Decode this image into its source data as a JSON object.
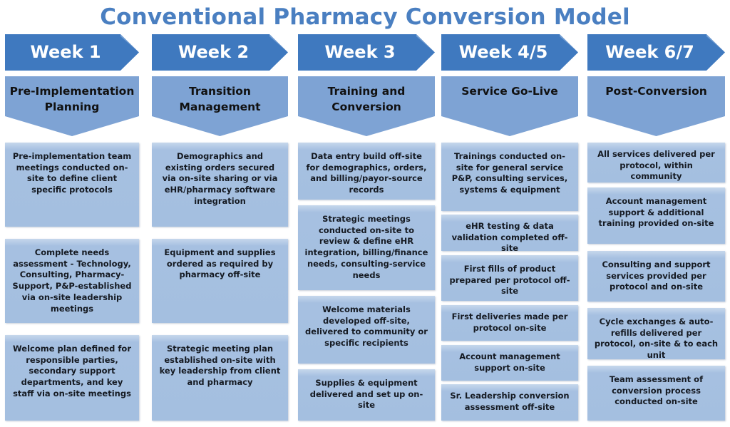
{
  "title": "Conventional Pharmacy Conversion Model",
  "colors": {
    "title": "#4a7fc1",
    "week_arrow": "#3f79bf",
    "phase_chevron": "#7ea3d4",
    "task_box": "#a4bfe0"
  },
  "columns": [
    {
      "week": "Week 1",
      "phase": "Pre-Implementation Planning",
      "tasks": [
        "Pre-implementation team meetings conducted on-site to define client specific protocols",
        "Complete needs assessment - Technology, Consulting, Pharmacy-Support, P&P-established via on-site leadership meetings",
        "Welcome plan defined for responsible parties, secondary support departments, and key staff via on-site meetings"
      ]
    },
    {
      "week": "Week 2",
      "phase": "Transition Management",
      "tasks": [
        "Demographics and existing orders secured via on-site sharing or via eHR/pharmacy software integration",
        "Equipment and supplies ordered as required by pharmacy off-site",
        "Strategic meeting plan established on-site with key leadership from client and pharmacy"
      ]
    },
    {
      "week": "Week 3",
      "phase": "Training and Conversion",
      "tasks": [
        "Data entry build off-site for demographics, orders, and billing/payor-source records",
        "Strategic meetings conducted on-site to review & define eHR integration, billing/finance needs, consulting-service needs",
        "Welcome materials developed off-site, delivered to community or specific recipients",
        "Supplies & equipment delivered and set up on-site"
      ]
    },
    {
      "week": "Week 4/5",
      "phase": "Service Go-Live",
      "tasks": [
        "Trainings conducted on-site for general service P&P, consulting services, systems & equipment",
        "eHR testing & data validation completed off-site",
        "First fills of product prepared per protocol off-site",
        "First deliveries made per protocol on-site",
        "Account management support on-site",
        "Sr. Leadership conversion assessment off-site"
      ]
    },
    {
      "week": "Week 6/7",
      "phase": "Post-Conversion",
      "tasks": [
        "All services delivered per protocol, within community",
        "Account management support & additional training provided on-site",
        "Consulting and support services provided per protocol and on-site",
        "Cycle exchanges & auto-refills delivered per protocol, on-site & to each unit",
        "Team assessment of conversion process conducted on-site"
      ]
    }
  ]
}
